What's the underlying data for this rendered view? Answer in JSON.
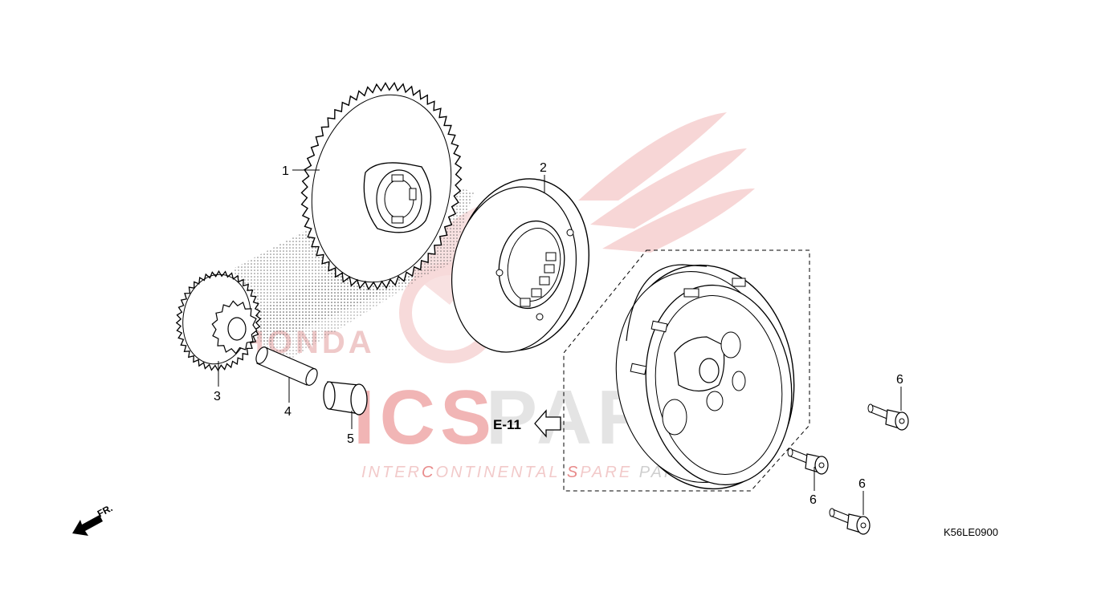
{
  "diagram": {
    "parts": [
      {
        "id": "part-1",
        "callout": "1"
      },
      {
        "id": "part-2",
        "callout": "2"
      },
      {
        "id": "part-3",
        "callout": "3"
      },
      {
        "id": "part-4",
        "callout": "4"
      },
      {
        "id": "part-5",
        "callout": "5"
      },
      {
        "id": "part-6a",
        "callout": "6"
      },
      {
        "id": "part-6b",
        "callout": "6"
      },
      {
        "id": "part-6c",
        "callout": "6"
      }
    ],
    "reference": "E-11",
    "direction_label": "FR.",
    "diagram_code": "K56LE0900"
  },
  "watermark": {
    "brand_letters": [
      "ICS",
      "PARTS"
    ],
    "tagline_parts": [
      "INTER",
      "C",
      "ONTINENTAL ",
      "S",
      "PARE ",
      "PARTS"
    ],
    "logo_text": "HONDA",
    "colors": {
      "red": "#e35d5d",
      "light_red": "#f4c4c4",
      "gray": "#d5d5d5"
    }
  }
}
